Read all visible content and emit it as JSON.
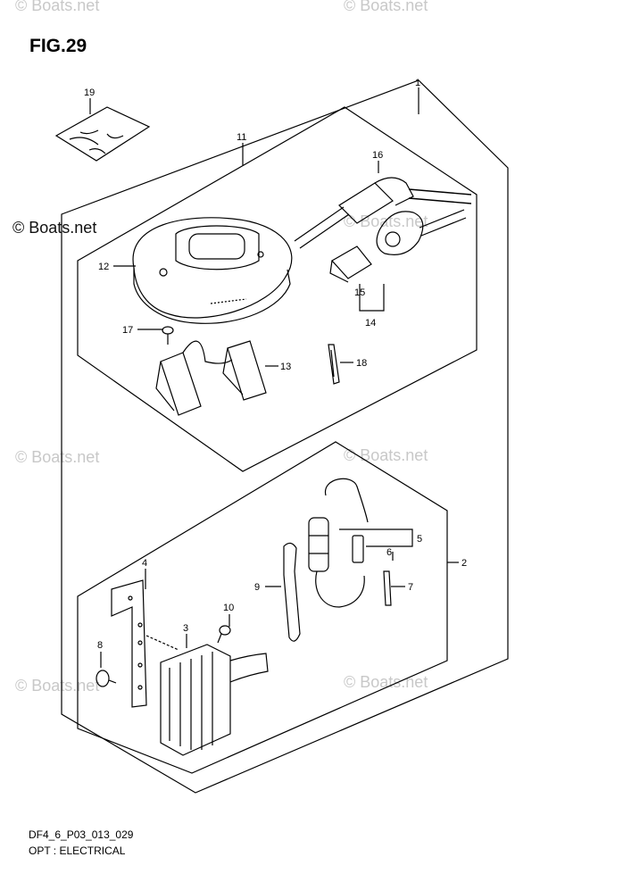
{
  "figure": {
    "title": "FIG.29"
  },
  "watermarks": {
    "text": "© Boats.net",
    "dark_text": "© Boats.net"
  },
  "callouts": [
    "1",
    "2",
    "3",
    "4",
    "5",
    "6",
    "7",
    "8",
    "9",
    "10",
    "11",
    "12",
    "13",
    "14",
    "15",
    "16",
    "17",
    "18",
    "19"
  ],
  "footer": {
    "code": "DF4_6_P03_013_029",
    "description": "OPT : ELECTRICAL"
  }
}
